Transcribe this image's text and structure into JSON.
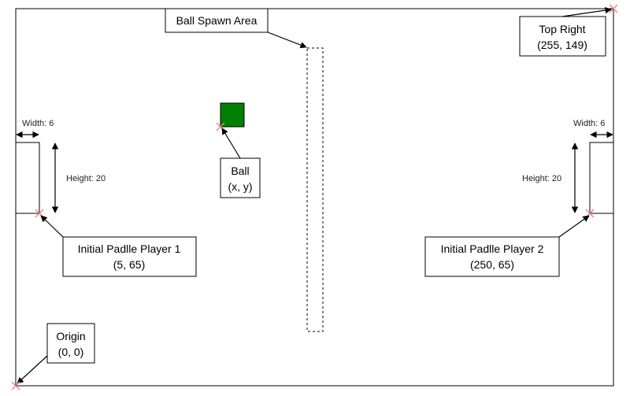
{
  "labels": {
    "ball_spawn_area": "Ball Spawn Area",
    "top_right_title": "Top Right",
    "top_right_coords": "(255, 149)",
    "ball_title": "Ball",
    "ball_coords": "(x, y)",
    "paddle1_title": "Initial Padlle Player 1",
    "paddle1_coords": "(5, 65)",
    "paddle2_title": "Initial Padlle Player 2",
    "paddle2_coords": "(250, 65)",
    "origin_title": "Origin",
    "origin_coords": "(0, 0)",
    "width_left": "Width: 6",
    "width_right": "Width: 6",
    "height_left": "Height: 20",
    "height_right": "Height: 20"
  },
  "colors": {
    "ball": "#008000",
    "marker": "#f08080"
  }
}
